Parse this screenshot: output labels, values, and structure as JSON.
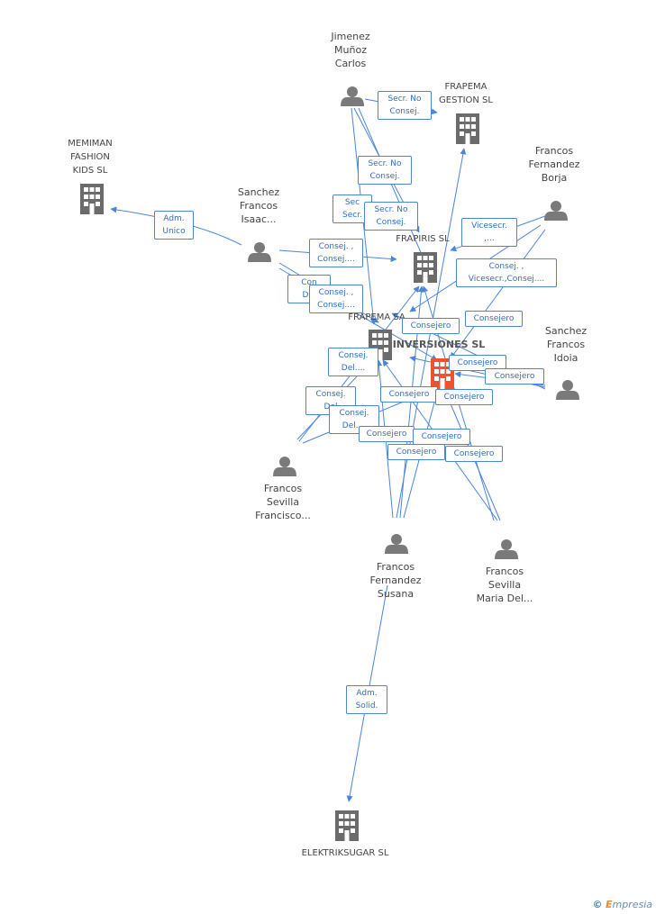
{
  "people": {
    "jimenez": "Jimenez\nMuñoz\nCarlos",
    "sanchez_isaac": "Sanchez\nFrancos\nIsaac...",
    "francos_borja": "Francos\nFernandez\nBorja",
    "sanchez_idoia": "Sanchez\nFrancos\nIdoia",
    "francos_francisco": "Francos\nSevilla\nFrancisco...",
    "francos_susana": "Francos\nFernandez\nSusana",
    "francos_maria": "Francos\nSevilla\nMaria Del..."
  },
  "companies": {
    "memiman": "MEMIMAN\nFASHION\nKIDS SL",
    "frapema_gestion": "FRAPEMA\nGESTION SL",
    "frapiris": "FRAPIRIS SL",
    "frapema_sa": "FRAPEMA SA",
    "inversiones": "INVERSIONES SL",
    "elektriksugar": "ELEKTRIKSUGAR SL"
  },
  "relations": {
    "r1": "Secr. No\nConsej.",
    "r2": "Secr. No\nConsej.",
    "r3": "Sec\nSecr.",
    "r4": "Secr. No\nConsej.",
    "r5": "Adm.\nUnico",
    "r6": "Consej. ,\nConsej....",
    "r7": "Con\nDel",
    "r8": "Consej. ,\nConsej....",
    "r9": "Vicesecr.\n,...",
    "r10": "Consej. ,\nVicesecr.,Consej....",
    "r11": "Consejero",
    "r12": "Consejero",
    "r13": "Consej.\nDel....",
    "r14": "Consejero",
    "r15": "Consejero",
    "r16": "Consej.\nDel",
    "r17": "Consejero",
    "r18": "Consejero",
    "r19": "Consej.\nDel....",
    "r20": "Consejero",
    "r21": "Consejero",
    "r22": "Consejero",
    "r23": "Consejero",
    "r24": "Adm.\nSolid."
  },
  "brand": {
    "copyright": "©",
    "name": "mpresia",
    "initial": "E"
  },
  "colors": {
    "edge": "#4a86d8",
    "person": "#7a7a7a",
    "company": "#6b6b6b",
    "highlight": "#f0532b"
  }
}
